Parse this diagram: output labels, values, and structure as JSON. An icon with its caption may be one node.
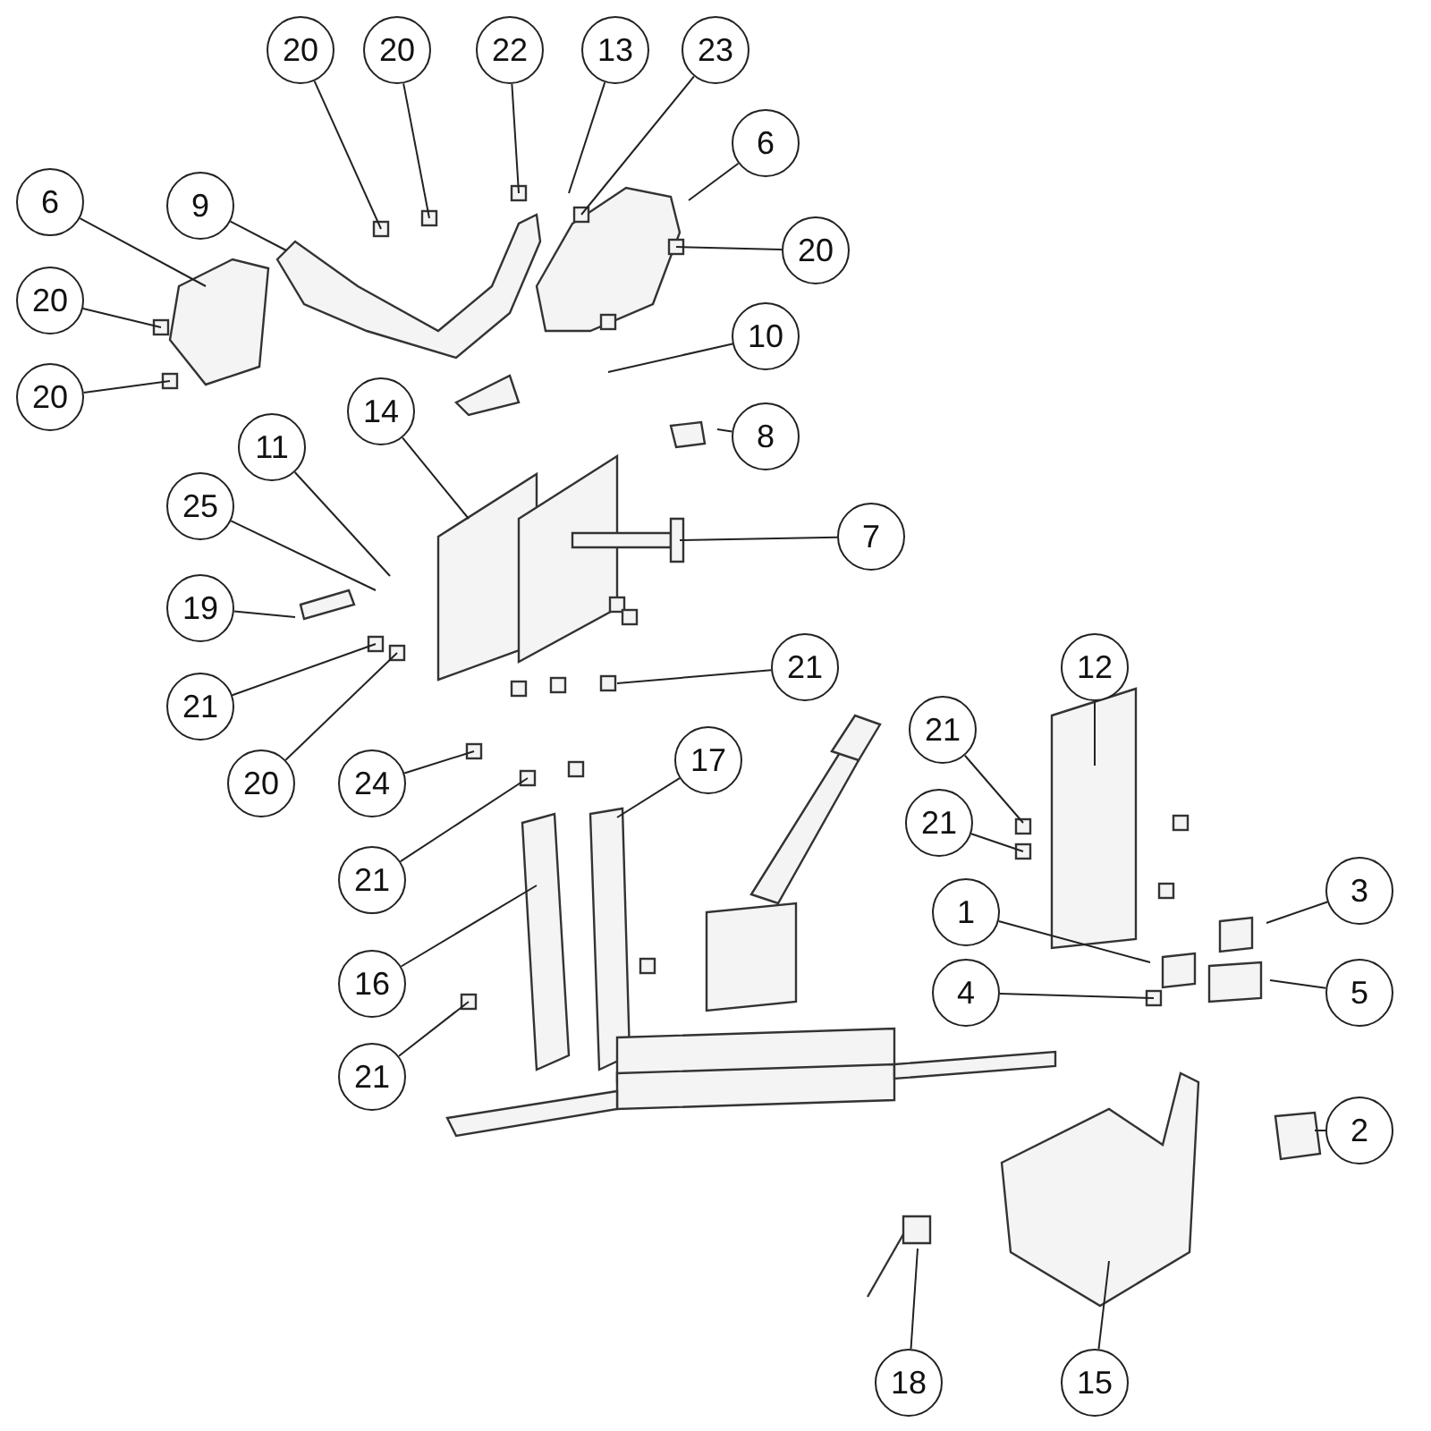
{
  "diagram": {
    "nodes": [
      {
        "text": [
          "20"
        ]
      },
      {
        "text": [
          "20"
        ]
      },
      {
        "text": [
          "22"
        ]
      },
      {
        "text": [
          "13"
        ]
      },
      {
        "text": [
          "23"
        ]
      },
      {
        "text": [
          "9"
        ]
      },
      {
        "text": [
          "6"
        ]
      },
      {
        "text": [
          "6"
        ]
      },
      {
        "text": [
          "20"
        ]
      },
      {
        "text": [
          "20"
        ]
      },
      {
        "text": [
          "20"
        ]
      },
      {
        "text": [
          "10"
        ]
      },
      {
        "text": [
          "8"
        ]
      },
      {
        "text": [
          "14"
        ]
      },
      {
        "text": [
          "11"
        ]
      },
      {
        "text": [
          "7"
        ]
      },
      {
        "text": [
          "25"
        ]
      },
      {
        "text": [
          "19"
        ]
      },
      {
        "text": [
          "21"
        ]
      },
      {
        "text": [
          "21"
        ]
      },
      {
        "text": [
          "12"
        ]
      },
      {
        "text": [
          "20"
        ]
      },
      {
        "text": [
          "24"
        ]
      },
      {
        "text": [
          "21"
        ]
      },
      {
        "text": [
          "17"
        ]
      },
      {
        "text": [
          "21"
        ]
      },
      {
        "text": [
          "3"
        ]
      },
      {
        "text": [
          "1"
        ]
      },
      {
        "text": [
          "21"
        ]
      },
      {
        "text": [
          "5"
        ]
      },
      {
        "text": [
          "4"
        ]
      },
      {
        "text": [
          "16"
        ]
      },
      {
        "text": [
          "21"
        ]
      },
      {
        "text": [
          "2"
        ]
      },
      {
        "text": [
          "18"
        ]
      },
      {
        "text": [
          "15"
        ]
      }
    ],
    "edges": [
      {
        "from": 0,
        "to": null,
        "arrow": "none"
      },
      {
        "from": 1,
        "to": null,
        "arrow": "none"
      },
      {
        "from": 2,
        "to": null,
        "arrow": "none"
      },
      {
        "from": 3,
        "to": null,
        "arrow": "none"
      },
      {
        "from": 4,
        "to": null,
        "arrow": "none"
      },
      {
        "from": 5,
        "to": null,
        "arrow": "none"
      },
      {
        "from": 6,
        "to": null,
        "arrow": "none"
      },
      {
        "from": 7,
        "to": null,
        "arrow": "none"
      },
      {
        "from": 8,
        "to": null,
        "arrow": "none"
      },
      {
        "from": 9,
        "to": null,
        "arrow": "none"
      },
      {
        "from": 10,
        "to": null,
        "arrow": "none"
      },
      {
        "from": 11,
        "to": null,
        "arrow": "none"
      },
      {
        "from": 12,
        "to": null,
        "arrow": "none"
      },
      {
        "from": 13,
        "to": null,
        "arrow": "none"
      },
      {
        "from": 14,
        "to": null,
        "arrow": "none"
      },
      {
        "from": 15,
        "to": null,
        "arrow": "none"
      },
      {
        "from": 16,
        "to": null,
        "arrow": "none"
      },
      {
        "from": 17,
        "to": null,
        "arrow": "none"
      },
      {
        "from": 18,
        "to": null,
        "arrow": "none"
      },
      {
        "from": 19,
        "to": null,
        "arrow": "none"
      },
      {
        "from": 20,
        "to": null,
        "arrow": "none"
      },
      {
        "from": 21,
        "to": null,
        "arrow": "none"
      },
      {
        "from": 22,
        "to": null,
        "arrow": "none"
      },
      {
        "from": 23,
        "to": null,
        "arrow": "none"
      },
      {
        "from": 24,
        "to": null,
        "arrow": "none"
      },
      {
        "from": 25,
        "to": null,
        "arrow": "none"
      },
      {
        "from": 26,
        "to": null,
        "arrow": "none"
      },
      {
        "from": 27,
        "to": null,
        "arrow": "none"
      },
      {
        "from": 28,
        "to": null,
        "arrow": "none"
      },
      {
        "from": 29,
        "to": null,
        "arrow": "none"
      },
      {
        "from": 30,
        "to": null,
        "arrow": "none"
      },
      {
        "from": 31,
        "to": null,
        "arrow": "none"
      },
      {
        "from": 32,
        "to": null,
        "arrow": "none"
      },
      {
        "from": 33,
        "to": null,
        "arrow": "none"
      },
      {
        "from": 34,
        "to": null,
        "arrow": "none"
      },
      {
        "from": 35,
        "to": null,
        "arrow": "none"
      }
    ]
  }
}
